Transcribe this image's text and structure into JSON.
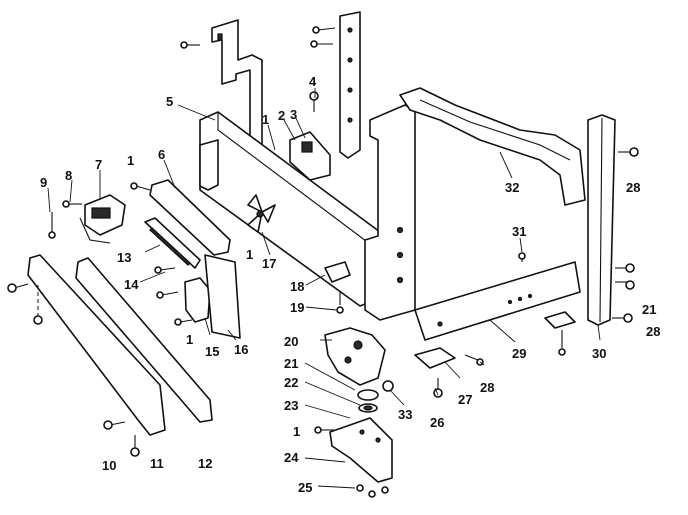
{
  "labels": [
    "1",
    "2",
    "3",
    "4",
    "5",
    "6",
    "7",
    "8",
    "9",
    "10",
    "11",
    "12",
    "13",
    "14",
    "15",
    "16",
    "17",
    "18",
    "19",
    "20",
    "21",
    "22",
    "23",
    "24",
    "25",
    "26",
    "27",
    "28",
    "29",
    "30",
    "31",
    "32",
    "33"
  ],
  "callouts": {
    "l1a": "1",
    "l1b": "1",
    "l1c": "1",
    "l1d": "1",
    "l1e": "1",
    "l2": "2",
    "l3": "3",
    "l4": "4",
    "l5": "5",
    "l6": "6",
    "l7": "7",
    "l8": "8",
    "l9": "9",
    "l10": "10",
    "l11": "11",
    "l12": "12",
    "l13": "13",
    "l14": "14",
    "l15": "15",
    "l16": "16",
    "l17": "17",
    "l18": "18",
    "l19": "19",
    "l20": "20",
    "l21a": "21",
    "l21b": "21",
    "l22": "22",
    "l23": "23",
    "l24": "24",
    "l25": "25",
    "l26": "26",
    "l27": "27",
    "l28a": "28",
    "l28b": "28",
    "l28c": "28",
    "l29": "29",
    "l30": "30",
    "l31": "31",
    "l32": "32",
    "l33": "33"
  }
}
